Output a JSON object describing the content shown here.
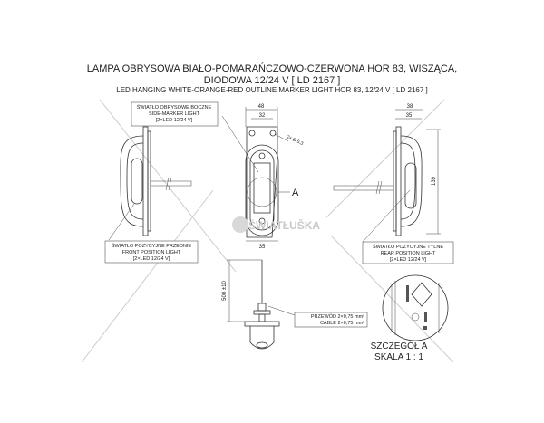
{
  "title": {
    "line1": "LAMPA OBRYSOWA BIAŁO-POMARAŃCZOWO-CZERWONA HOR 83, WISZĄCA,",
    "line2": "DIODOWA 12/24 V [ LD 2167 ]",
    "line3": "LED HANGING WHITE-ORANGE-RED OUTLINE MARKER LIGHT HOR 83, 12/24 V [ LD 2167 ]"
  },
  "labels": {
    "side": [
      "ŚWIATŁO OBRYSOWE BOCZNE",
      "SIDE-MARKER LIGHT",
      "[2×LED 12/24 V]"
    ],
    "front": [
      "ŚWIATŁO POZYCYJNE PRZEDNIE",
      "FRONT POSITION LIGHT",
      "[2×LED 12/24 V]"
    ],
    "rear": [
      "ŚWIATŁO POZYCYJNE TYLNE",
      "REAR POSITION LIGHT",
      "[2×LED 12/24 V]"
    ],
    "cable": [
      "PRZEWÓD 2×0,75 mm²",
      "CABLE 2×0,75 mm²"
    ],
    "detail_marker": "A",
    "detail": [
      "SZCZEGÓŁ A",
      "SKALA 1 : 1"
    ]
  },
  "dimensions": {
    "front_width": "48",
    "front_inner": "32",
    "front_bottom": "35",
    "holes": "2× Ø 5,3",
    "side_depth": "38",
    "side_inner": "35",
    "height": "139",
    "cable_length": "500 ±10"
  },
  "watermark": "ŚWIATŁUŠKA"
}
